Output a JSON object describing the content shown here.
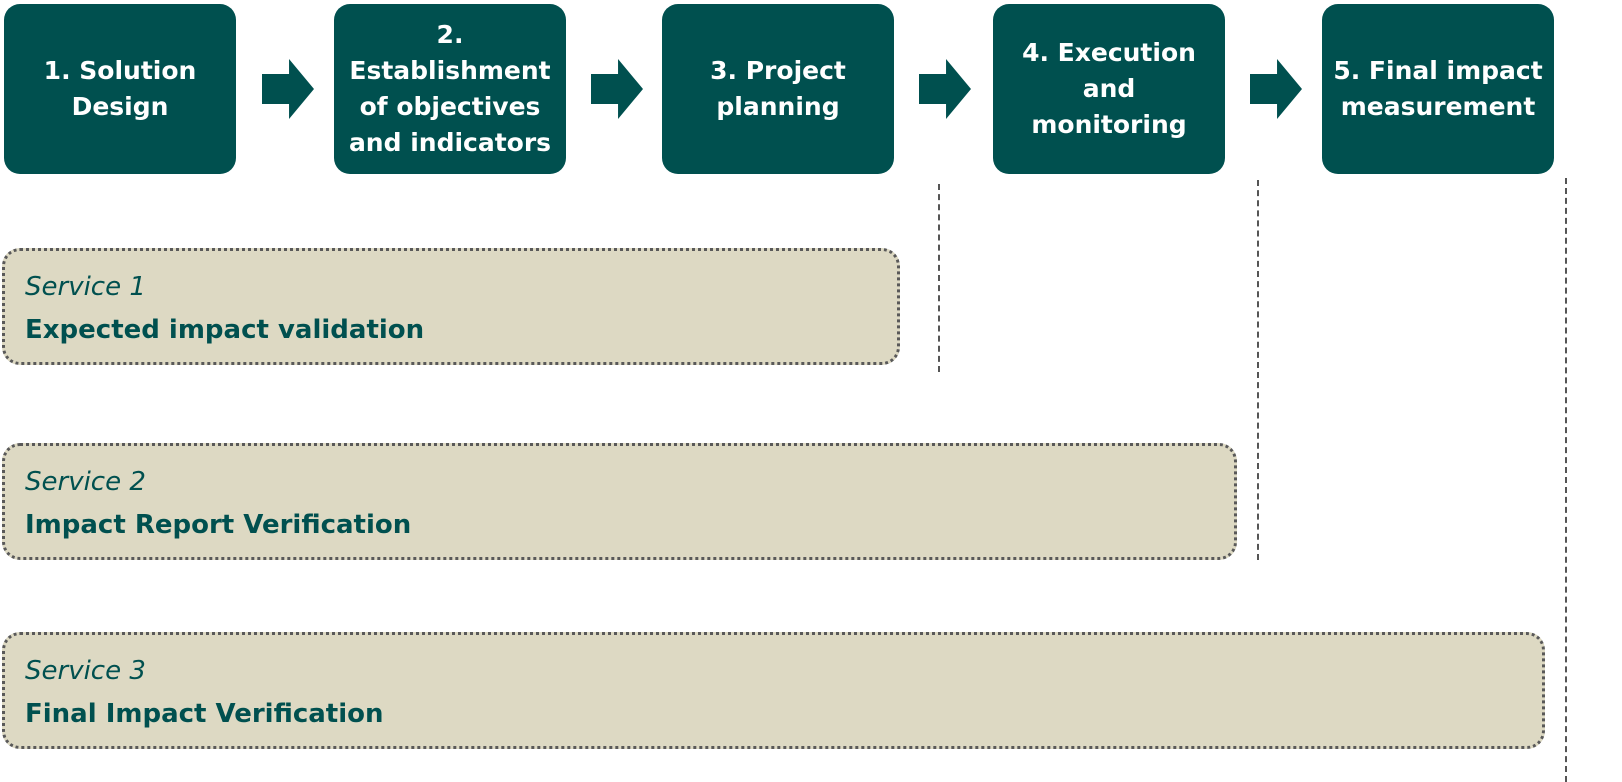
{
  "steps": [
    {
      "label": "1. Solution Design"
    },
    {
      "label": "2. Establishment of objectives and indicators"
    },
    {
      "label": "3. Project planning"
    },
    {
      "label": "4. Execution and monitoring"
    },
    {
      "label": "5. Final impact measurement"
    }
  ],
  "services": [
    {
      "label": "Service 1",
      "title": "Expected impact validation"
    },
    {
      "label": "Service 2",
      "title": "Impact Report Verification"
    },
    {
      "label": "Service 3",
      "title": "Final Impact Verification"
    }
  ],
  "colors": {
    "step_fill": "#00504f",
    "service_fill": "#ddd9c3",
    "service_text": "#00504f",
    "service_border": "#595959"
  }
}
